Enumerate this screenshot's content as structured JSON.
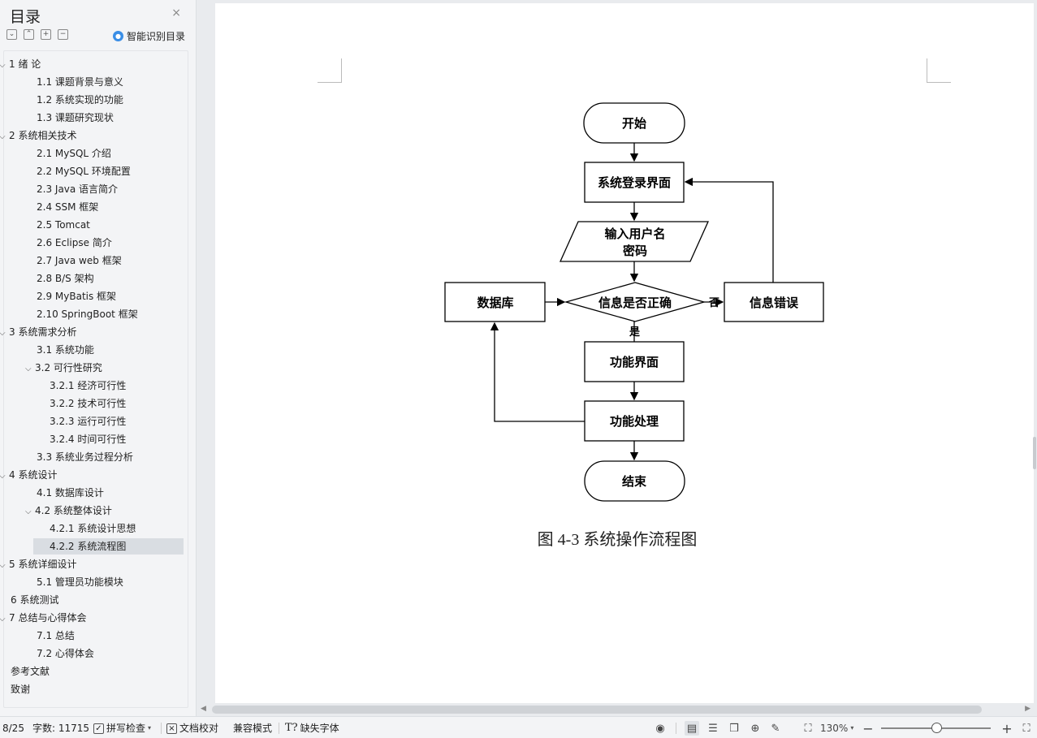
{
  "sidebar": {
    "title": "目录",
    "close_icon": "×",
    "tools": [
      "⌄",
      "⌃",
      "+",
      "−"
    ],
    "smart_label": "智能识别目录",
    "toc": [
      {
        "label": "1 绪 论",
        "level": 0,
        "caret": true
      },
      {
        "label": "1.1 课题背景与意义",
        "level": 1
      },
      {
        "label": "1.2 系统实现的功能",
        "level": 1
      },
      {
        "label": "1.3 课题研究现状",
        "level": 1
      },
      {
        "label": "2 系统相关技术",
        "level": 0,
        "caret": true
      },
      {
        "label": "2.1 MySQL 介绍",
        "level": 1
      },
      {
        "label": "2.2 MySQL 环境配置",
        "level": 1
      },
      {
        "label": "2.3 Java 语言简介",
        "level": 1
      },
      {
        "label": "2.4 SSM 框架",
        "level": 1
      },
      {
        "label": "2.5 Tomcat",
        "level": 1
      },
      {
        "label": "2.6 Eclipse 简介",
        "level": 1
      },
      {
        "label": "2.7 Java web 框架",
        "level": 1
      },
      {
        "label": "2.8 B/S 架构",
        "level": 1
      },
      {
        "label": "2.9 MyBatis 框架",
        "level": 1
      },
      {
        "label": "2.10 SpringBoot 框架",
        "level": 1
      },
      {
        "label": "3 系统需求分析",
        "level": 0,
        "caret": true
      },
      {
        "label": "3.1 系统功能",
        "level": 1
      },
      {
        "label": "3.2 可行性研究",
        "level": 1,
        "caret": true
      },
      {
        "label": "3.2.1 经济可行性",
        "level": 2
      },
      {
        "label": "3.2.2 技术可行性",
        "level": 2
      },
      {
        "label": "3.2.3 运行可行性",
        "level": 2
      },
      {
        "label": "3.2.4 时间可行性",
        "level": 2
      },
      {
        "label": "3.3 系统业务过程分析",
        "level": 1
      },
      {
        "label": "4 系统设计",
        "level": 0,
        "caret": true
      },
      {
        "label": "4.1 数据库设计",
        "level": 1
      },
      {
        "label": "4.2 系统整体设计",
        "level": 1,
        "caret": true
      },
      {
        "label": "4.2.1 系统设计思想",
        "level": 2
      },
      {
        "label": "4.2.2 系统流程图",
        "level": 2,
        "selected": true
      },
      {
        "label": "5 系统详细设计",
        "level": 0,
        "caret": true
      },
      {
        "label": "5.1 管理员功能模块",
        "level": 1
      },
      {
        "label": "6 系统测试",
        "level": 0
      },
      {
        "label": "7 总结与心得体会",
        "level": 0,
        "caret": true
      },
      {
        "label": "7.1 总结",
        "level": 1
      },
      {
        "label": "7.2 心得体会",
        "level": 1
      },
      {
        "label": "参考文献",
        "level": 0
      },
      {
        "label": "致谢",
        "level": 0
      }
    ]
  },
  "flowchart": {
    "start": "开始",
    "login": "系统登录界面",
    "input_line1": "输入用户名",
    "input_line2": "密码",
    "check": "信息是否正确",
    "database": "数据库",
    "error": "信息错误",
    "no_label": "否",
    "yes_label": "是",
    "function_ui": "功能界面",
    "function_proc": "功能处理",
    "end": "结束"
  },
  "caption": "图 4-3 系统操作流程图",
  "statusbar": {
    "page": "8/25",
    "word_count": "字数: 11715",
    "spell_check": "拼写检查",
    "doc_proof": "文档校对",
    "compat_mode": "兼容模式",
    "missing_font": "缺失字体",
    "zoom": "130%",
    "zoom_level": 0.5
  }
}
